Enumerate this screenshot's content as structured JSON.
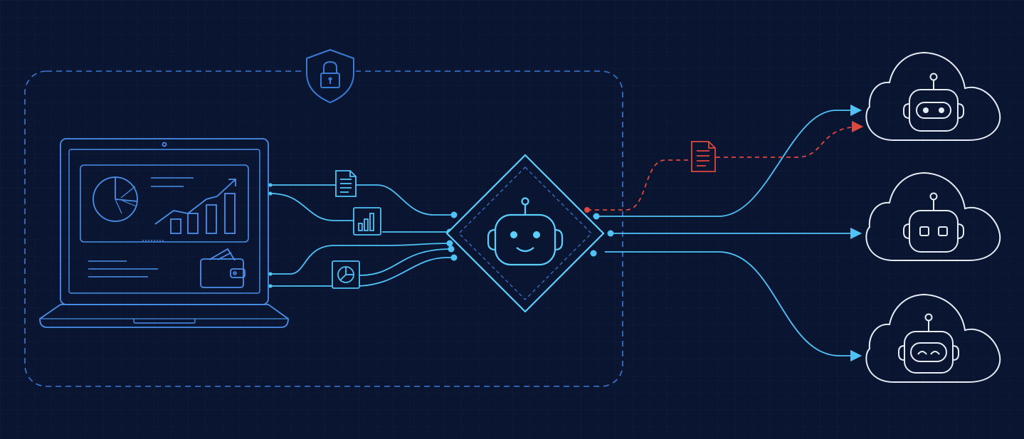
{
  "colors": {
    "background": "#0a1631",
    "grid": "#13244a",
    "boundary": "#3a7bd5",
    "laptop": "#4a8fea",
    "flow": "#4fc3f7",
    "agent": "#5ad0ff",
    "exfiltration": "#e0483e",
    "cloud": "#e6ecf5"
  },
  "diagram": {
    "secure_boundary": {
      "icon": "shield-lock-icon",
      "style": "dashed"
    },
    "laptop": {
      "icon": "laptop-icon",
      "screen_widgets": [
        "pie-chart-icon",
        "growth-chart-icon",
        "wallet-icon",
        "text-lines"
      ]
    },
    "data_items": [
      "document-icon",
      "bar-chart-icon",
      "pie-chart-icon"
    ],
    "local_agent": {
      "icon": "robot-icon",
      "expression": "smile"
    },
    "leaked_item": {
      "icon": "document-icon",
      "style": "dashed-red"
    },
    "cloud_agents": [
      {
        "icon": "cloud-robot-icon",
        "face": "visor"
      },
      {
        "icon": "cloud-robot-icon",
        "face": "square-eyes"
      },
      {
        "icon": "cloud-robot-icon",
        "face": "happy-eyes"
      }
    ]
  }
}
